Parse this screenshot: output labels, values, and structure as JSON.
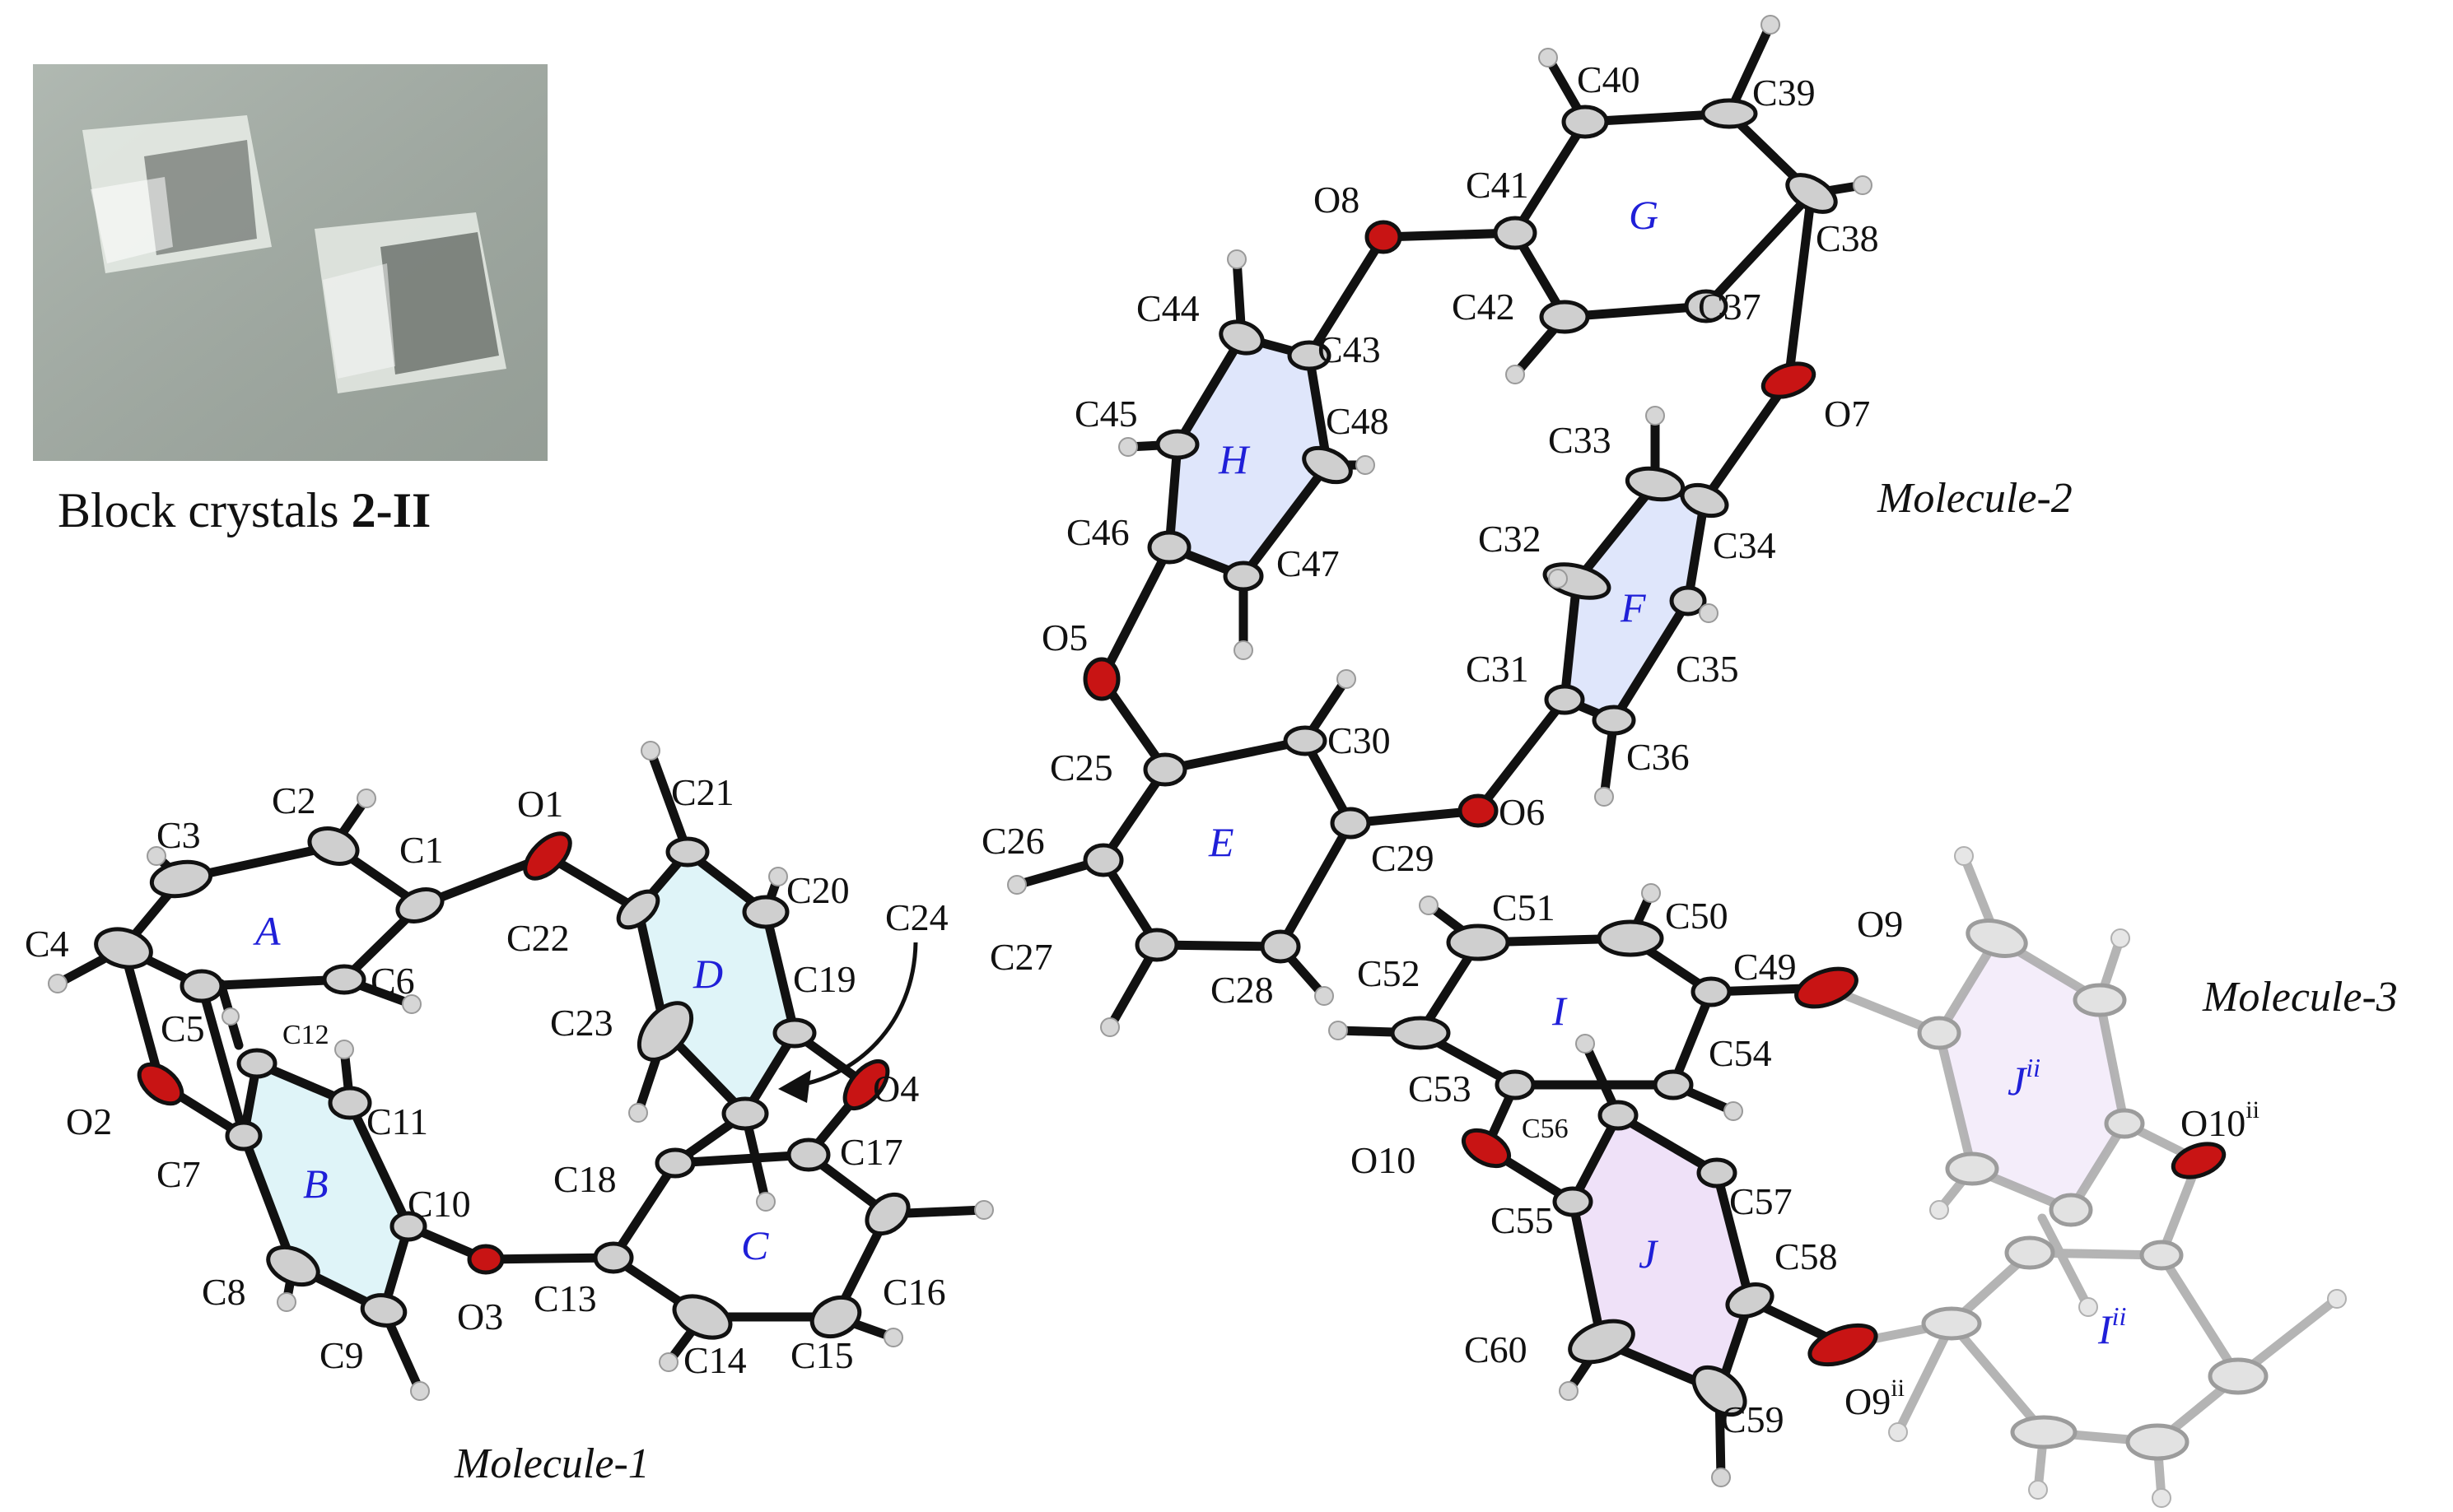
{
  "photo": {
    "caption_text": "Block crystals ",
    "caption_bold": "2-II"
  },
  "molecules": [
    {
      "label": "Molecule-1",
      "rings": [
        {
          "name": "A",
          "tint": "none"
        },
        {
          "name": "B",
          "tint": "#dff4f8"
        },
        {
          "name": "C",
          "tint": "none"
        },
        {
          "name": "D",
          "tint": "#dff4f8"
        }
      ],
      "atoms": {
        "C1": "C1",
        "C2": "C2",
        "C3": "C3",
        "C4": "C4",
        "C5": "C5",
        "C6": "C6",
        "C7": "C7",
        "C8": "C8",
        "C9": "C9",
        "C10": "C10",
        "C11": "C11",
        "C12": "C12",
        "C13": "C13",
        "C14": "C14",
        "C15": "C15",
        "C16": "C16",
        "C17": "C17",
        "C18": "C18",
        "C19": "C19",
        "C20": "C20",
        "C21": "C21",
        "C22": "C22",
        "C23": "C23",
        "C24": "C24",
        "O1": "O1",
        "O2": "O2",
        "O3": "O3",
        "O4": "O4"
      }
    },
    {
      "label": "Molecule-2",
      "rings": [
        {
          "name": "E",
          "tint": "none"
        },
        {
          "name": "F",
          "tint": "#dfe6fb"
        },
        {
          "name": "G",
          "tint": "none"
        },
        {
          "name": "H",
          "tint": "#dfe6fb"
        }
      ],
      "atoms": {
        "C25": "C25",
        "C26": "C26",
        "C27": "C27",
        "C28": "C28",
        "C29": "C29",
        "C30": "C30",
        "C31": "C31",
        "C32": "C32",
        "C33": "C33",
        "C34": "C34",
        "C35": "C35",
        "C36": "C36",
        "C37": "C37",
        "C38": "C38",
        "C39": "C39",
        "C40": "C40",
        "C41": "C41",
        "C42": "C42",
        "C43": "C43",
        "C44": "C44",
        "C45": "C45",
        "C46": "C46",
        "C47": "C47",
        "C48": "C48",
        "O5": "O5",
        "O6": "O6",
        "O7": "O7",
        "O8": "O8"
      }
    },
    {
      "label": "Molecule-3",
      "rings": [
        {
          "name": "I",
          "tint": "none"
        },
        {
          "name": "J",
          "tint": "#efe1f8"
        },
        {
          "name": "J",
          "sup": "ii",
          "tint": "#f4edfa"
        },
        {
          "name": "I",
          "sup": "ii",
          "tint": "none"
        }
      ],
      "atoms": {
        "C49": "C49",
        "C50": "C50",
        "C51": "C51",
        "C52": "C52",
        "C53": "C53",
        "C54": "C54",
        "C55": "C55",
        "C56": "C56",
        "C57": "C57",
        "C58": "C58",
        "C59": "C59",
        "C60": "C60",
        "O9": "O9",
        "O10": "O10",
        "O9ii_base": "O9",
        "O10ii_base": "O10",
        "sym": "ii"
      }
    }
  ],
  "colors": {
    "carbon": "#cfcfcf",
    "oxygen": "#c81414",
    "hydrogen": "#d6d6d6",
    "bond": "#111111",
    "ring_label": "#1f1fd8",
    "symm_fade": "#b8b8b8"
  }
}
